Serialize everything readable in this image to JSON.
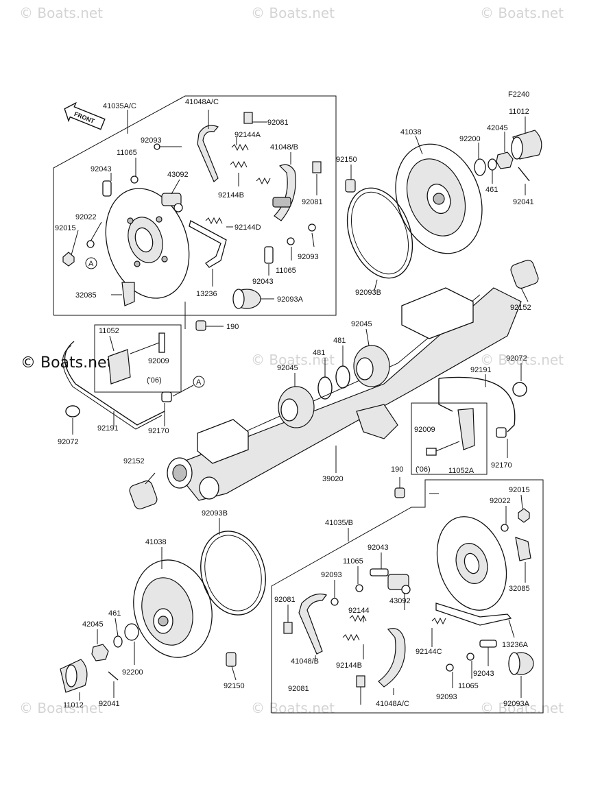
{
  "diagram_code": "F2240",
  "front_label": "FRONT",
  "reference_marker": "A",
  "box_year_note": "('06)",
  "watermarks": [
    "© Boats.net",
    "© Boats.net",
    "© Boats.net",
    "© Boats.net",
    "© Boats.net",
    "© Boats.net",
    "© Boats.net",
    "© Boats.net",
    "© Boats.net"
  ],
  "feature_watermark": "© Boats.net",
  "labels": {
    "l41035ac": "41035A/C",
    "l41048ac_top": "41048A/C",
    "l92081_a": "92081",
    "l92093_a": "92093",
    "l92144a": "92144A",
    "l11065_a": "11065",
    "l41048b_top": "41048/B",
    "l92043_a": "92043",
    "l43092_a": "43092",
    "l92144b_a": "92144B",
    "l92081_b": "92081",
    "l92022_a": "92022",
    "l92015_a": "92015",
    "l92144d": "92144D",
    "l92093_b": "92093",
    "l11065_b": "11065",
    "l92043_b": "92043",
    "l13236": "13236",
    "l32085_a": "32085",
    "l92093a_a": "92093A",
    "l190_a": "190",
    "l11052": "11052",
    "l92009_a": "92009",
    "l92072_a": "92072",
    "l92191_a": "92191",
    "l92170_a": "92170",
    "l92150_a": "92150",
    "l41038_a": "41038",
    "l92200_a": "92200",
    "l42045_a": "42045",
    "l11012_a": "11012",
    "l461_a": "461",
    "l92041_a": "92041",
    "l92093b_a": "92093B",
    "l92152_a": "92152",
    "l92045_a": "92045",
    "l481_a": "481",
    "l481_b": "481",
    "l92045_b": "92045",
    "l92072_b": "92072",
    "l92191_b": "92191",
    "l92009_b": "92009",
    "l11052a": "11052A",
    "l92170_b": "92170",
    "l190_b": "190",
    "l39020": "39020",
    "l92152_b": "92152",
    "l92093b_b": "92093B",
    "l41038_b": "41038",
    "l41035b": "41035/B",
    "l92015_b": "92015",
    "l92022_b": "92022",
    "l11065_c": "11065",
    "l92043_c": "92043",
    "l92093_c": "92093",
    "l92081_c": "92081",
    "l92144": "92144",
    "l43092_b": "43092",
    "l32085_b": "32085",
    "l461_b": "461",
    "l42045_b": "42045",
    "l92200_b": "92200",
    "l41048b_bot": "41048/B",
    "l92144b_b": "92144B",
    "l92144c": "92144C",
    "l13236a": "13236A",
    "l92043_d": "92043",
    "l11012_b": "11012",
    "l92041_b": "92041",
    "l92150_b": "92150",
    "l92081_d": "92081",
    "l92093_d": "92093",
    "l11065_d": "11065",
    "l41048ac_bot": "41048A/C",
    "l92093a_b": "92093A"
  }
}
